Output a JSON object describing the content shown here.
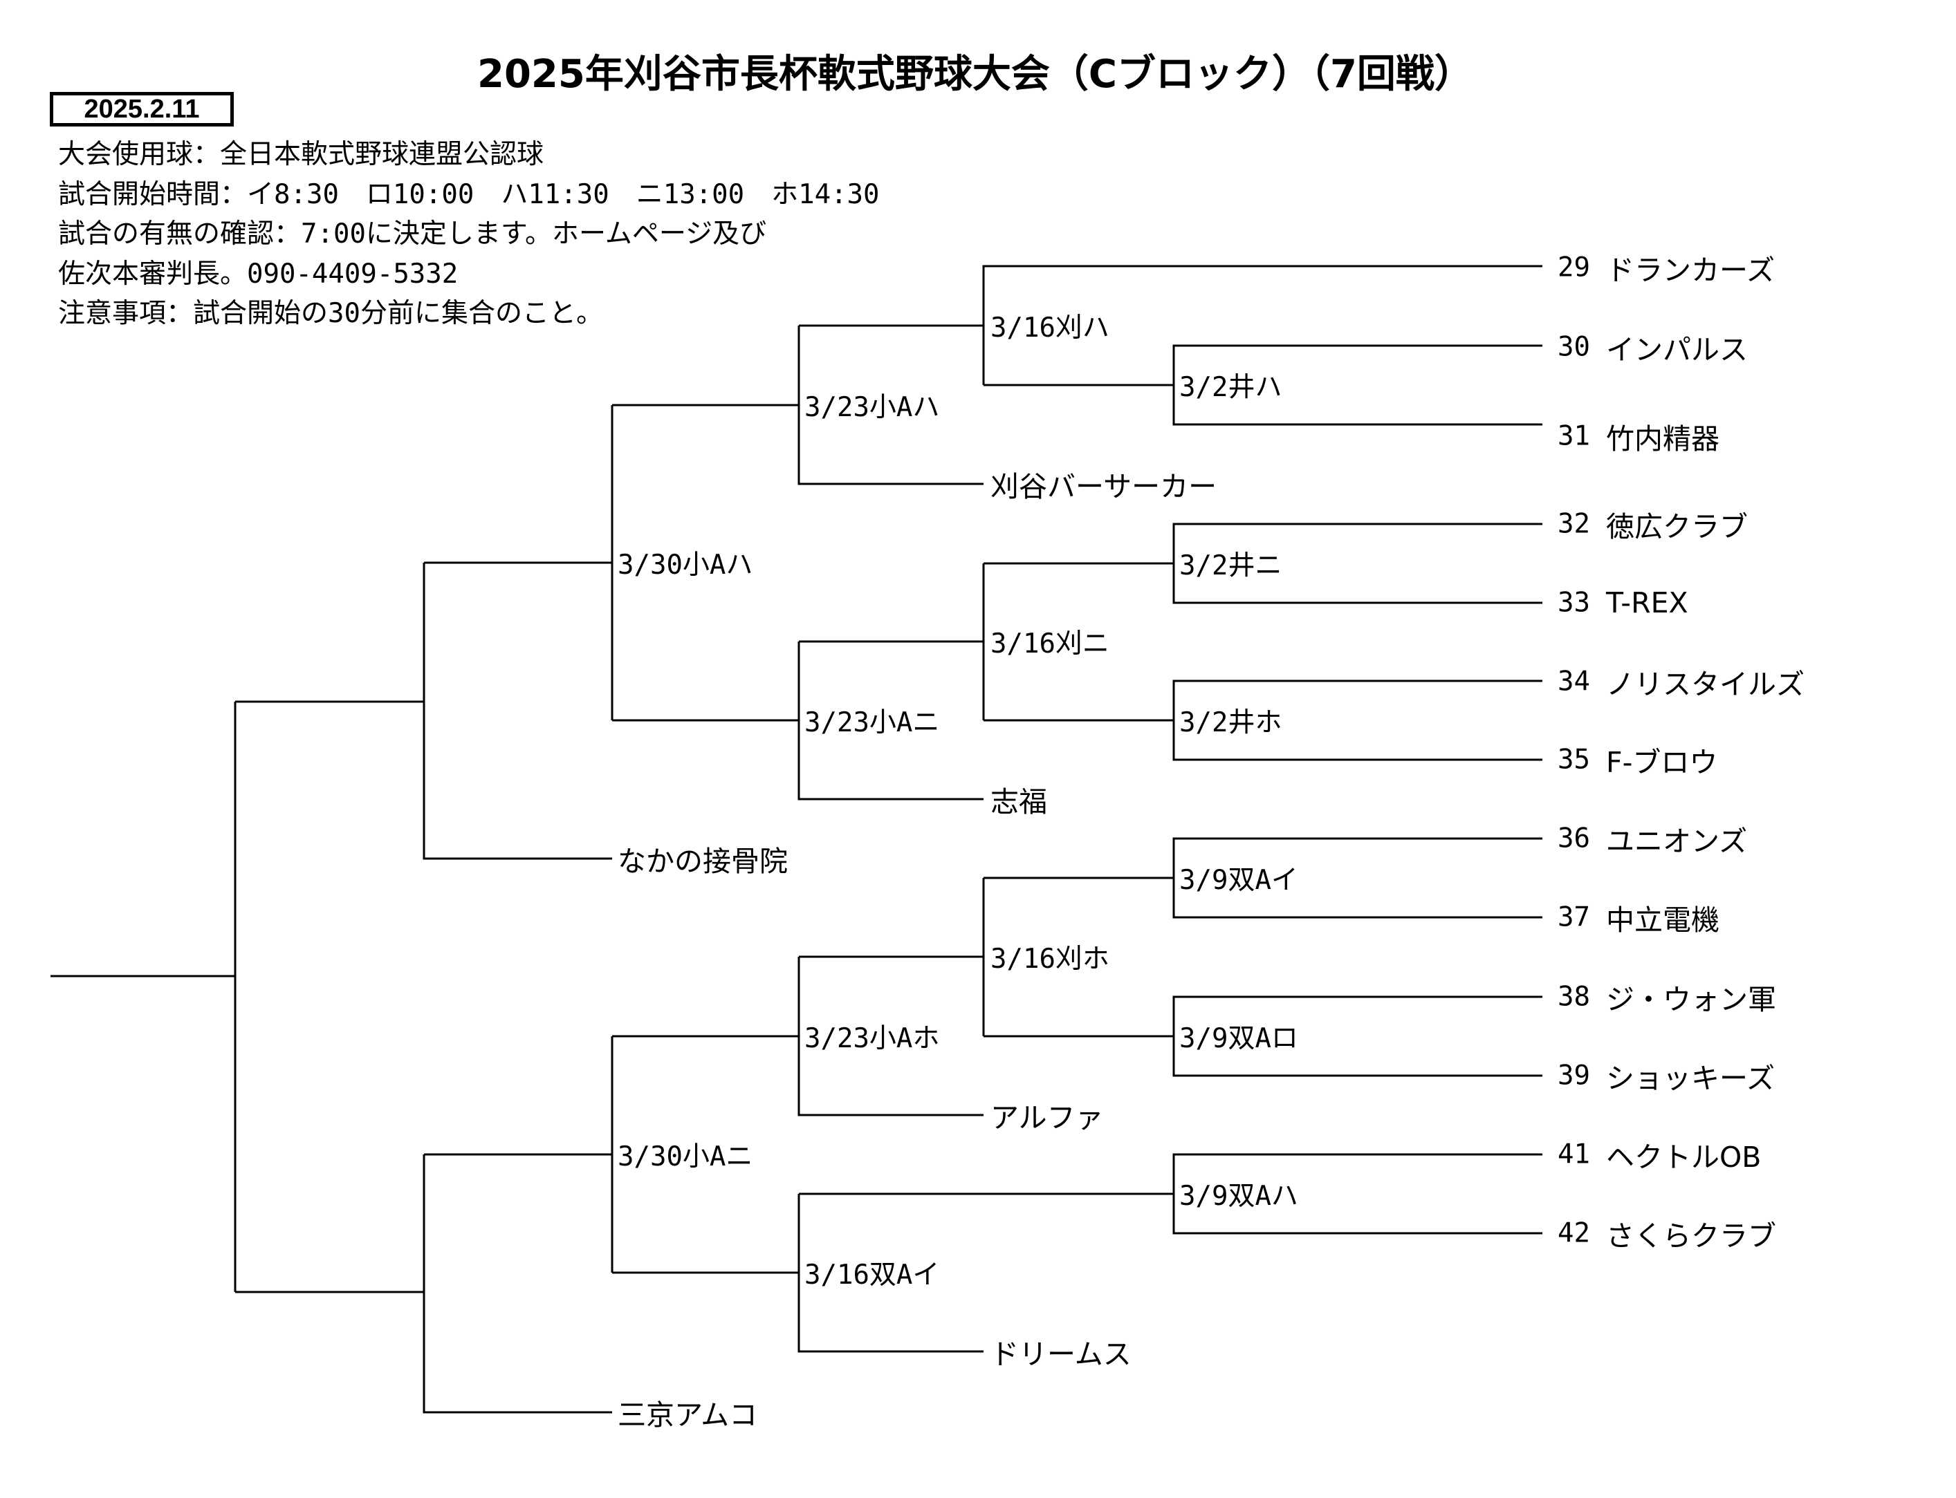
{
  "title": "2025年刈谷市長杯軟式野球大会（Cブロック）（7回戦）",
  "date": "2025.2.11",
  "notes": [
    "大会使用球：全日本軟式野球連盟公認球",
    "試合開始時間：イ8:30　ロ10:00　ハ11:30　ニ13:00　ホ14:30",
    "試合の有無の確認：7:00に決定します。ホームページ及び",
    "佐次本審判長。090-4409-5332",
    "注意事項：試合開始の30分前に集合のこと。"
  ],
  "entries": [
    {
      "no": "29",
      "name": "ドランカーズ"
    },
    {
      "no": "30",
      "name": "インパルス"
    },
    {
      "no": "31",
      "name": "竹内精器"
    },
    {
      "no": "32",
      "name": "徳広クラブ"
    },
    {
      "no": "33",
      "name": "T-REX"
    },
    {
      "no": "34",
      "name": "ノリスタイルズ"
    },
    {
      "no": "35",
      "name": "F-ブロウ"
    },
    {
      "no": "36",
      "name": "ユニオンズ"
    },
    {
      "no": "37",
      "name": "中立電機"
    },
    {
      "no": "38",
      "name": "ジ・ウォン軍"
    },
    {
      "no": "39",
      "name": "ショッキーズ"
    },
    {
      "no": "41",
      "name": "ヘクトルOB"
    },
    {
      "no": "42",
      "name": "さくらクラブ"
    }
  ],
  "seeded_teams": {
    "kariya_berserker": "刈谷バーサーカー",
    "shifuku": "志福",
    "nakano": "なかの接骨院",
    "alpha": "アルファ",
    "dreams": "ドリームス",
    "sankyo": "三京アムコ"
  },
  "matches": {
    "m_ihA": "3/2井ハ",
    "m_iniA": "3/2井ニ",
    "m_ihoA": "3/2井ホ",
    "m_s9i": "3/9双Aイ",
    "m_s9ro": "3/9双Aロ",
    "m_s9ha": "3/9双Aハ",
    "m_k16ha": "3/16刈ハ",
    "m_k16ni": "3/16刈ニ",
    "m_k16ho": "3/16刈ホ",
    "m_s16i": "3/16双Aイ",
    "m_o23ha": "3/23小Aハ",
    "m_o23ni": "3/23小Aニ",
    "m_o23ho": "3/23小Aホ",
    "m_o30ha": "3/30小Aハ",
    "m_o30ni": "3/30小Aニ"
  }
}
